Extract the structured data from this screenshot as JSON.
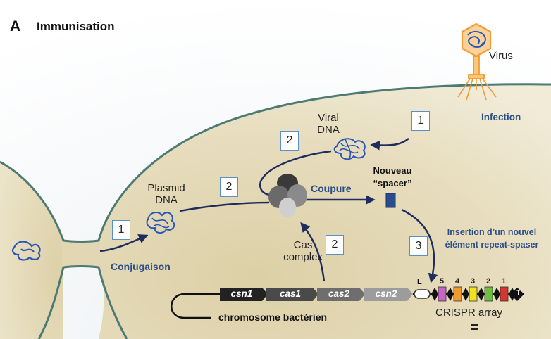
{
  "panel": {
    "letter": "A",
    "title": "Immunisation"
  },
  "labels": {
    "virus": "Virus",
    "infection": "Infection",
    "viral_dna": [
      "Viral",
      "DNA"
    ],
    "plasmid_dna": [
      "Plasmid",
      "DNA"
    ],
    "coupure": "Coupure",
    "nouveau_spacer": [
      "Nouveau",
      "“spacer”"
    ],
    "insertion": [
      "Insertion d’un nouvel",
      "élément repeat-spaser"
    ],
    "cas_complex": [
      "Cas",
      "complex"
    ],
    "conjugaison": "Conjugaison",
    "chromosome": "chromosome bactérien",
    "crispr_array": "CRISPR array",
    "leader": "L",
    "terminator": "T"
  },
  "step_numbers": {
    "infection": "1",
    "viral_dna": "2",
    "plasmid": "2",
    "conjugation": "1",
    "insertion": "3",
    "cas_complex": "2"
  },
  "genes": [
    "csn1",
    "cas1",
    "cas2",
    "csn2"
  ],
  "spacers": [
    {
      "num": "5",
      "color": "#c565c4"
    },
    {
      "num": "4",
      "color": "#f39a2e"
    },
    {
      "num": "3",
      "color": "#f2e21d"
    },
    {
      "num": "2",
      "color": "#6cbf3f"
    },
    {
      "num": "1",
      "color": "#d8352f"
    }
  ],
  "colors": {
    "cell_fill": "#ebe3c8",
    "membrane": "#4d7a73",
    "arrow": "#1e2d5e",
    "dna_blue": "#2a56b8",
    "virus_orange": "#f29b36"
  }
}
